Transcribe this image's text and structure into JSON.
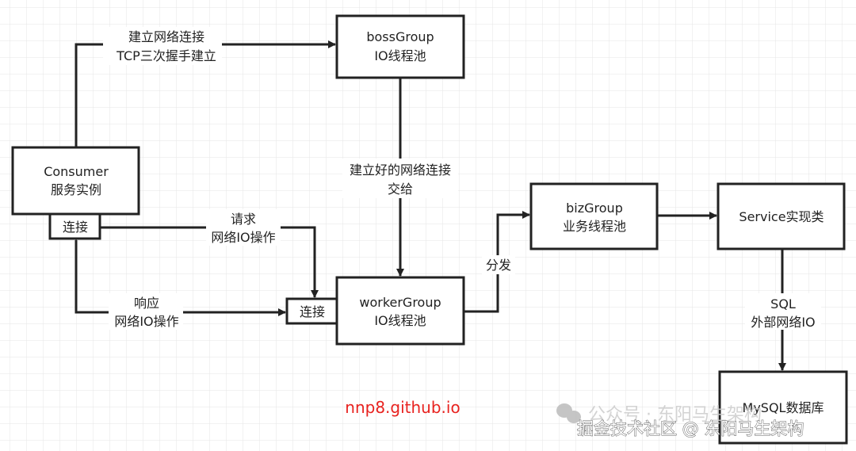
{
  "nodes": {
    "boss": {
      "line1": "bossGroup",
      "line2": "IO线程池"
    },
    "consumer": {
      "line1": "Consumer",
      "line2": "服务实例",
      "port": "连接"
    },
    "worker": {
      "line1": "workerGroup",
      "line2": "IO线程池",
      "port": "连接"
    },
    "biz": {
      "line1": "bizGroup",
      "line2": "业务线程池"
    },
    "service": {
      "line1": "Service实现类"
    },
    "mysql": {
      "line1": "MySQL数据库"
    }
  },
  "edges": {
    "connect": {
      "line1": "建立网络连接",
      "line2": "TCP三次握手建立"
    },
    "handoff": {
      "line1": "建立好的网络连接",
      "line2": "交给"
    },
    "request": {
      "line1": "请求",
      "line2": "网络IO操作"
    },
    "response": {
      "line1": "响应",
      "line2": "网络IO操作"
    },
    "dispatch": {
      "line1": "分发"
    },
    "sql": {
      "line1": "SQL",
      "line2": "外部网络IO"
    }
  },
  "site_text": "nnp8.github.io",
  "watermark": {
    "line1": "公众号 · 东阳马生架构",
    "line2": "掘金技术社区 @ 东阳马生架构"
  },
  "colors": {
    "site_text": "#e8221f",
    "grid": "#e6e6e6",
    "stroke": "#222222"
  }
}
